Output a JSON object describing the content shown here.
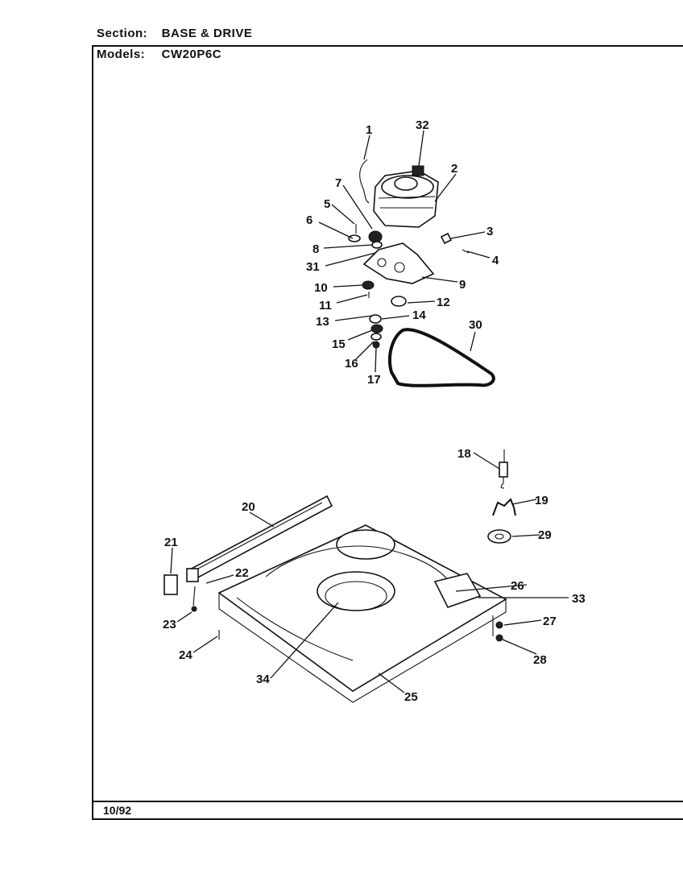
{
  "header": {
    "section_label": "Section:",
    "section_value": "BASE & DRIVE",
    "models_label": "Models:",
    "models_value": "CW20P6C"
  },
  "footer": {
    "date": "10/92"
  },
  "callouts": [
    "1",
    "2",
    "3",
    "4",
    "5",
    "6",
    "7",
    "8",
    "9",
    "10",
    "11",
    "12",
    "13",
    "14",
    "15",
    "16",
    "17",
    "18",
    "19",
    "20",
    "21",
    "22",
    "23",
    "24",
    "25",
    "26",
    "27",
    "28",
    "29",
    "30",
    "31",
    "32",
    "33",
    "34"
  ]
}
